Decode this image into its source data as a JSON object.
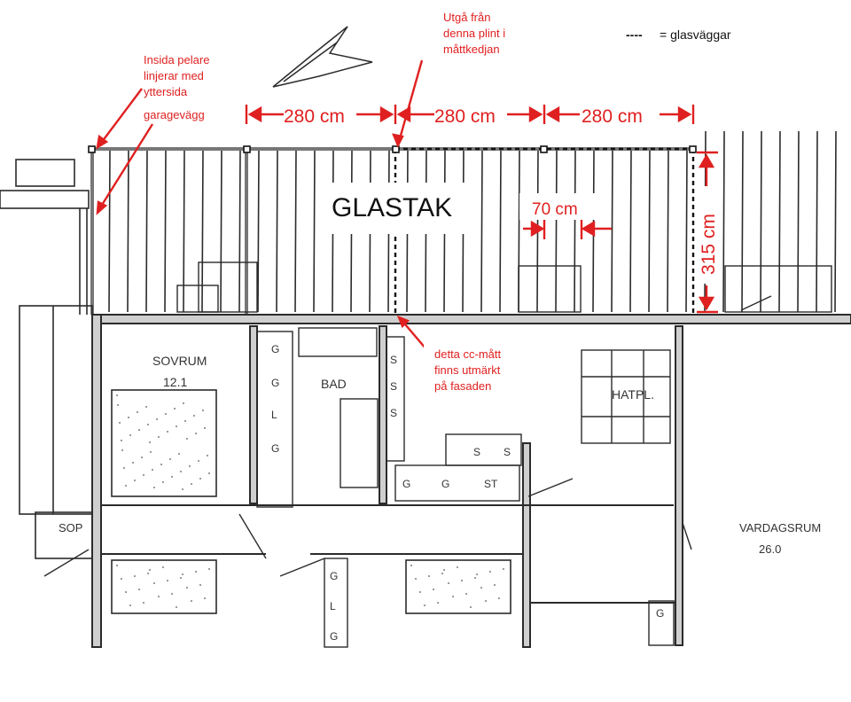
{
  "annotations": {
    "inside_pillar": [
      "Insida pelare",
      "linjerar med",
      "yttersida"
    ],
    "garage_wall": "garagevägg",
    "start_from": [
      "Utgå från",
      "denna plint i",
      "måttkedjan"
    ],
    "cc_marked": [
      "detta cc-mått",
      "finns utmärkt",
      "på fasaden"
    ]
  },
  "legend": {
    "symbol": "----",
    "text": "= glasväggar"
  },
  "dimensions": {
    "span1": "280 cm",
    "span2": "280 cm",
    "span3": "280 cm",
    "rafter_spacing": "70 cm",
    "depth": "315 cm"
  },
  "glass_roof_label": "GLASTAK",
  "rooms": {
    "bedroom": [
      "SOVRUM",
      "12.1"
    ],
    "bath": "BAD",
    "hall": "HATPL.",
    "living": [
      "VARDAGSRUM",
      "26.0"
    ],
    "garbage": "SOP"
  },
  "storage_labels": [
    "G",
    "G",
    "L",
    "G",
    "S",
    "S",
    "S",
    "S",
    "S",
    "G",
    "G",
    "ST",
    "G",
    "L",
    "G",
    "G"
  ],
  "colors": {
    "accent": "#e02020",
    "line": "#2b2b2b",
    "glass": "#111111"
  }
}
